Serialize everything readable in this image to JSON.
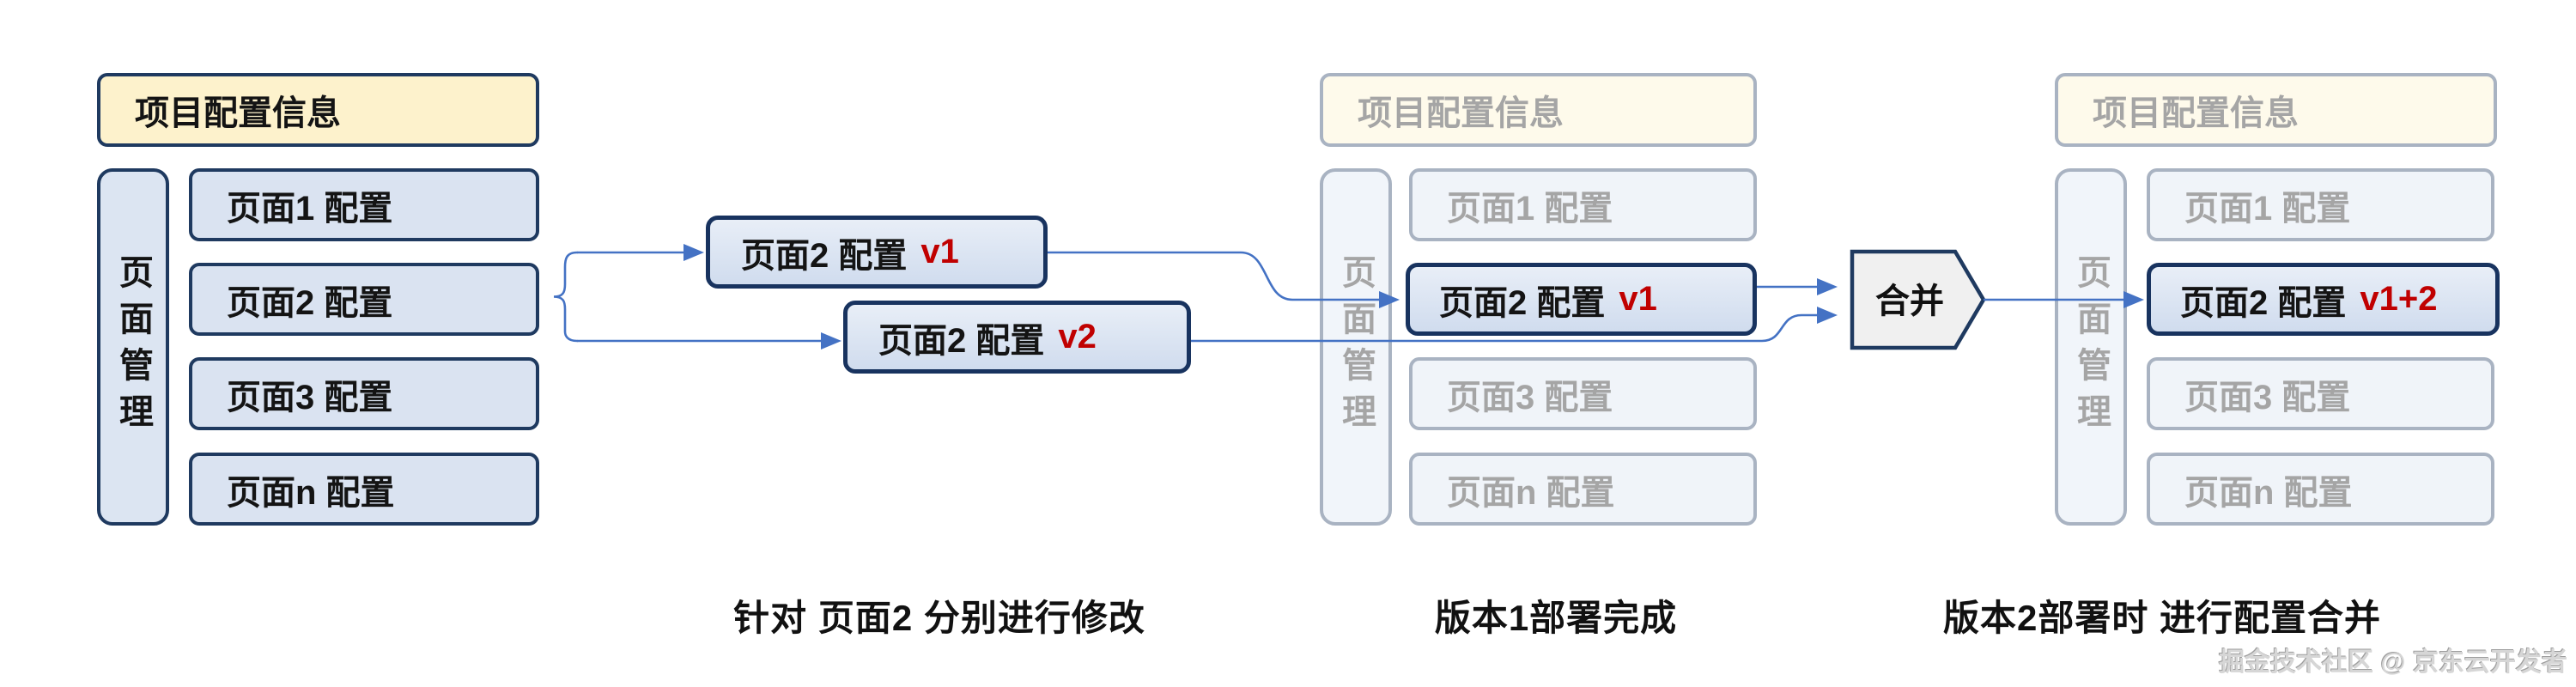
{
  "g1": {
    "header": "项目配置信息",
    "sidebar": "页面管理",
    "rows": [
      "页面1 配置",
      "页面2 配置",
      "页面3 配置",
      "页面n 配置"
    ]
  },
  "branch": {
    "v1_label": "页面2 配置",
    "v1_ver": "v1",
    "v2_label": "页面2 配置",
    "v2_ver": "v2"
  },
  "g3": {
    "header": "项目配置信息",
    "sidebar": "页面管理",
    "rows": [
      "页面1 配置",
      "页面2 配置",
      "页面3 配置",
      "页面n 配置"
    ],
    "highlight_ver": "v1"
  },
  "g4": {
    "header": "项目配置信息",
    "sidebar": "页面管理",
    "rows": [
      "页面1 配置",
      "页面2 配置",
      "页面3 配置",
      "页面n 配置"
    ],
    "highlight_ver": "v1+2"
  },
  "merge_label": "合并",
  "captions": [
    "针对 页面2 分别进行修改",
    "版本1部署完成",
    "版本2部署时 进行配置合并"
  ],
  "watermark": "掘金技术社区 @ 京东云开发者",
  "colors": {
    "box_border": "#1f3a60",
    "box_fill": "#dae3f1",
    "yellow_fill": "#fdf2cc",
    "connector_blue": "#4472c4",
    "version_red": "#c00000",
    "pentagon_fill": "#f0f0f0",
    "faded_text": "#bfbfbf"
  }
}
